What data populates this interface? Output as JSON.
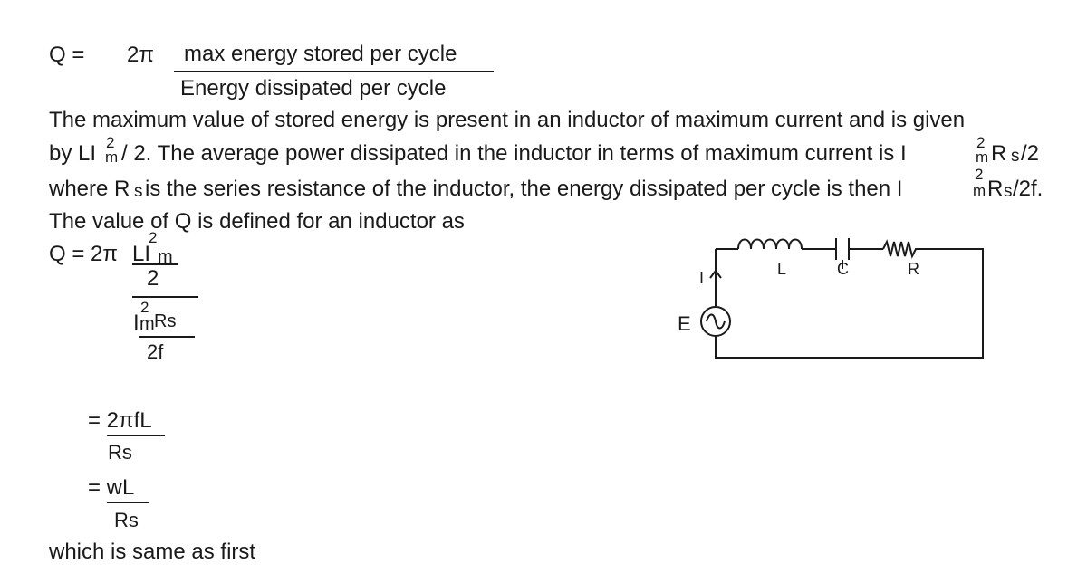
{
  "doc": {
    "eq1": {
      "lhs": "Q =",
      "factor": "2π",
      "numerator": "max energy stored per cycle",
      "denominator": "Energy dissipated per cycle"
    },
    "para": {
      "line1": "The maximum value of stored energy is present in an inductor of maximum current and is given",
      "line2a": "by LI",
      "line2_sup": "2",
      "line2_sub": "m",
      "line2b": "/ 2.  The average power dissipated in the inductor in terms of maximum current is I",
      "line2_sup2": "2",
      "line2_sub2": "m",
      "line2c": " R",
      "line2_rsub": "s",
      "line2d": "/2",
      "line3a": "where R",
      "line3_rsub": "s",
      "line3b": " is the series resistance of the inductor, the energy dissipated per cycle is then I",
      "line3_sup": "2",
      "line3_sub": "m",
      "line3c": "R",
      "line3_rsub2": "s",
      "line3d": "/2f.",
      "line4": "The value of Q is defined for an inductor as"
    },
    "eq2": {
      "lhs": "Q = 2π",
      "num_a": "LI",
      "num_sup": "2",
      "num_sub": "m",
      "num_den": "2",
      "den_a": "I",
      "den_sup": "2",
      "den_sub": "m",
      "den_b": " Rs",
      "den_den": "2f"
    },
    "eq3": {
      "num": "= 2πfL",
      "den": "Rs"
    },
    "eq4": {
      "num": "= wL",
      "den": "Rs"
    },
    "closing": "which is same as first"
  },
  "circuit": {
    "source_label": "E",
    "current_label": "I",
    "inductor_label": "L",
    "capacitor_label": "C",
    "resistor_label": "R"
  }
}
